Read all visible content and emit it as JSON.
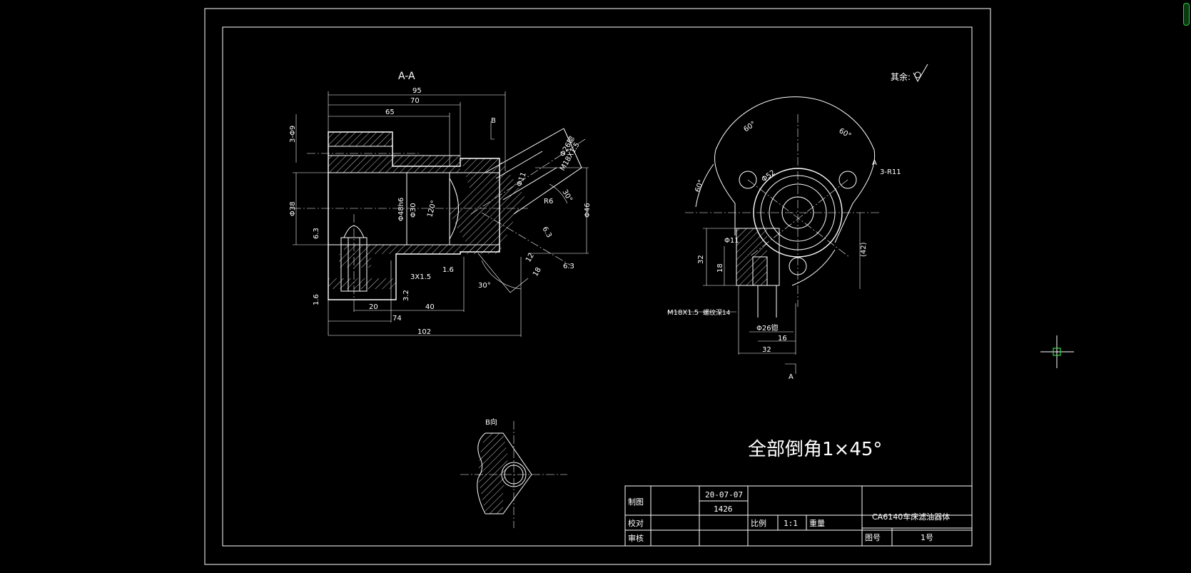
{
  "view_label_aa": "A-A",
  "view_label_b": "B",
  "view_label_b_detail": "B向",
  "view_label_a": "A",
  "note_chamfer": "全部倒角1×45°",
  "note_rest_roughness": "其余:",
  "section_dims": {
    "d95": "95",
    "d70": "70",
    "d65": "65",
    "d102": "102",
    "d74": "74",
    "d40": "40",
    "d20": "20",
    "holes": "3-Φ9",
    "phi38": "Φ38",
    "phi48": "Φ48h6",
    "phi30": "Φ30",
    "phi46": "Φ46",
    "phi11": "Φ11",
    "phi26": "Φ26锪",
    "m18": "M18X1.5",
    "r6": "R6",
    "a120": "120°",
    "a30a": "30°",
    "a30b": "30°",
    "d12": "12",
    "d18": "18",
    "r63a": "6.3",
    "r63b": "6.3",
    "r63c": "6.3",
    "r16a": "1.6",
    "r16b": "1.6",
    "r32": "3.2",
    "thread": "3X1.5"
  },
  "side_dims": {
    "a60a": "60°",
    "a60b": "60°",
    "a60c": "60°",
    "phi52": "Φ52",
    "holes": "3-R11",
    "phi11": "Φ11",
    "d32v": "32",
    "d18v": "18",
    "d42": "(42)",
    "m18": "M18X1.5",
    "depth": "螺纹深14",
    "phi26": "Φ26锪",
    "d16": "16",
    "d32h": "32"
  },
  "title_block": {
    "lbl_drawn": "制图",
    "lbl_checked": "校对",
    "lbl_reviewed": "审核",
    "date": "20-07-07",
    "number": "1426",
    "lbl_scale": "比例",
    "scale": "1:1",
    "lbl_weight": "重量",
    "part_name": "CA6140车床滤油器体",
    "lbl_drawing_no": "图号",
    "drawing_no": "1号"
  }
}
